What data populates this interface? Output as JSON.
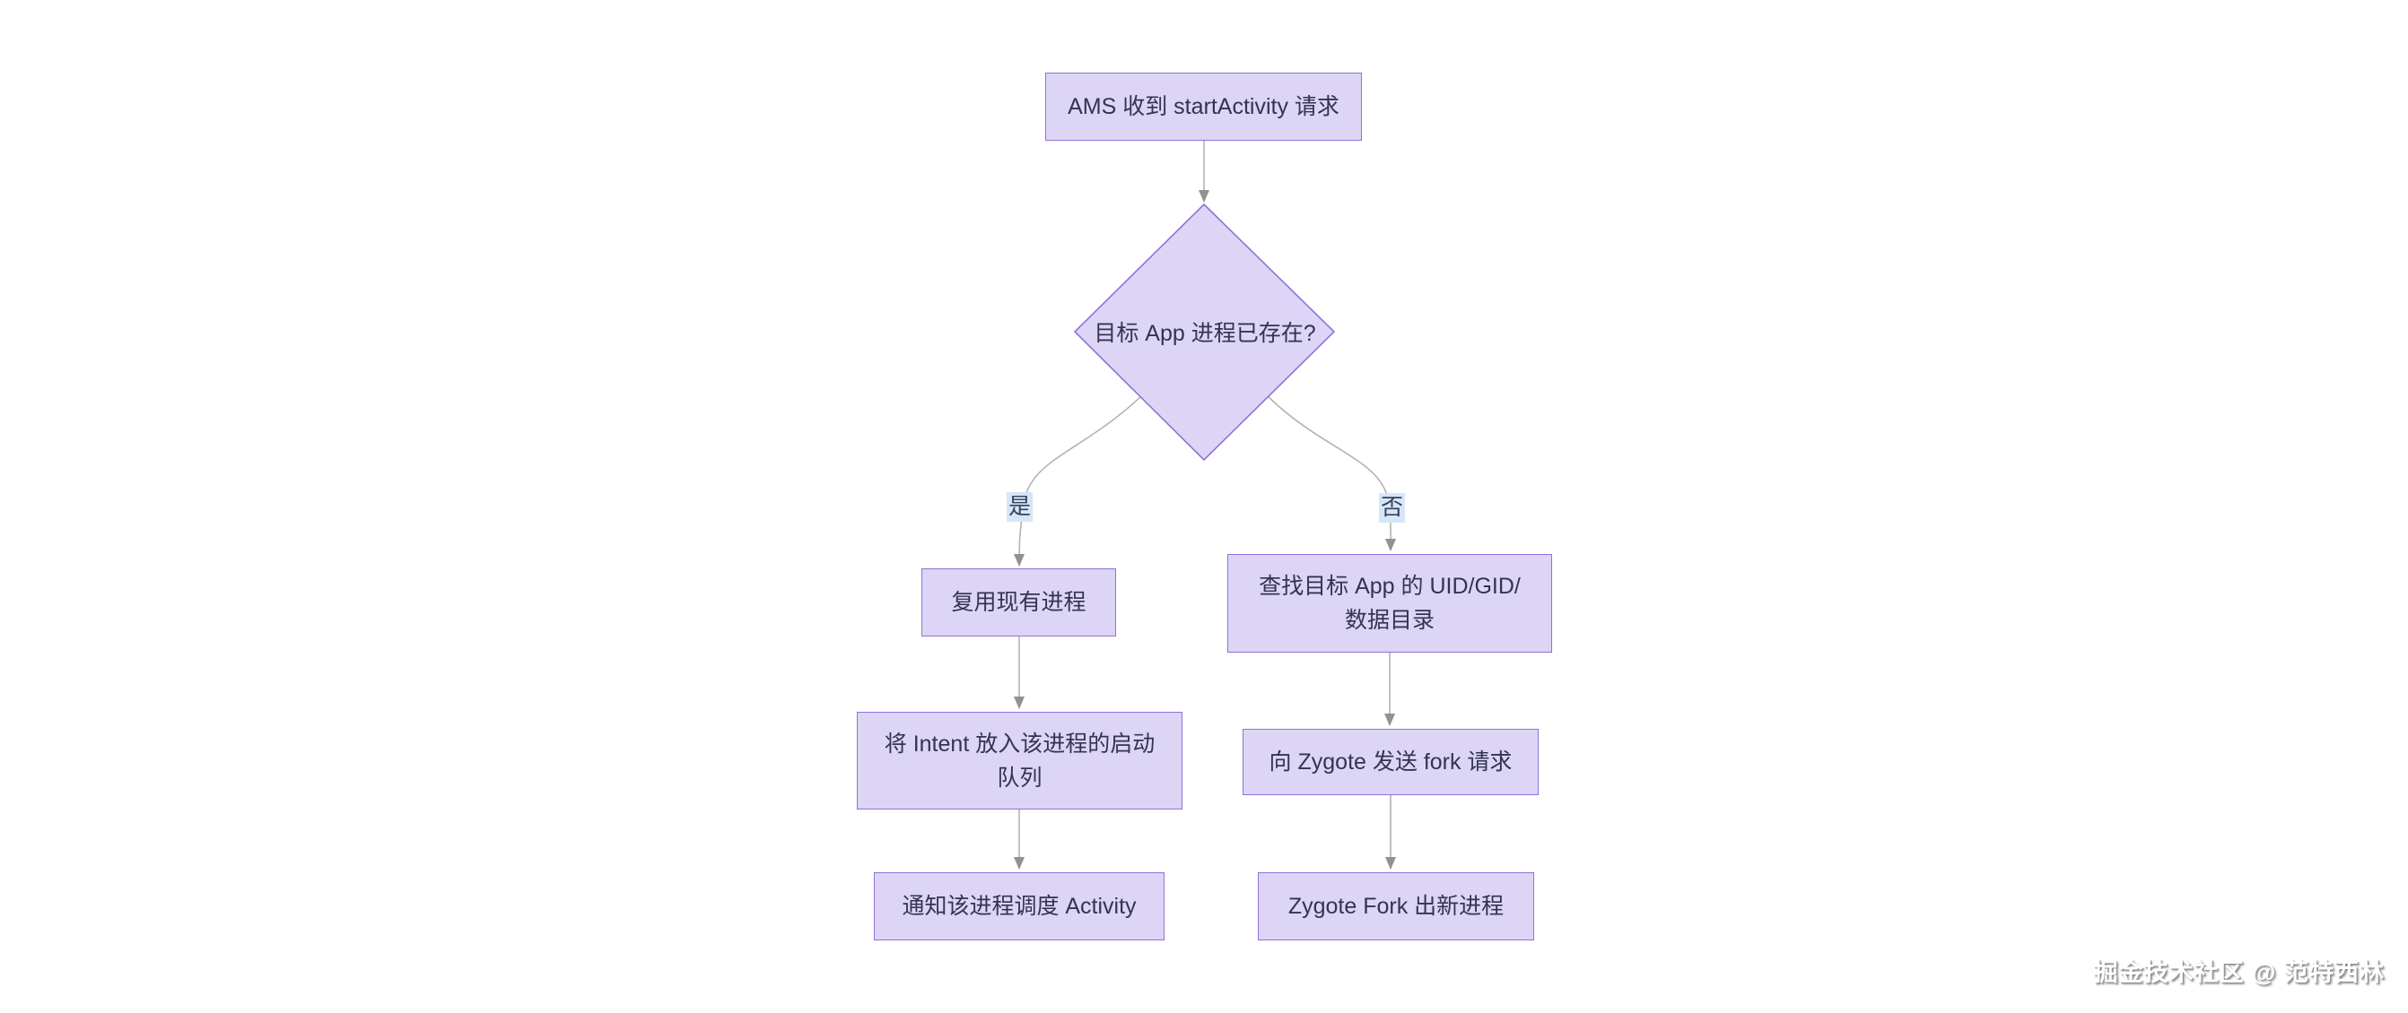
{
  "theme": {
    "background": "#ffffff",
    "node_fill": "#dcd5f6",
    "node_border": "#9370db",
    "node_text": "#333352",
    "edge_color": "#b3b3b3",
    "arrow_color": "#919191",
    "edge_label_bg": "#d7e6f7",
    "edge_label_text": "#33415c"
  },
  "diagram": {
    "type": "flowchart-top-down",
    "nodes": [
      {
        "id": "start",
        "shape": "rect",
        "label": "AMS 收到 startActivity 请求"
      },
      {
        "id": "decision",
        "shape": "diamond",
        "label": "目标 App 进程已存在?"
      },
      {
        "id": "reuse",
        "shape": "rect",
        "label": "复用现有进程"
      },
      {
        "id": "queue",
        "shape": "rect",
        "label": "将 Intent 放入该进程的启动队列",
        "lines": [
          "将 Intent 放入该进程的启动",
          "队列"
        ]
      },
      {
        "id": "notify",
        "shape": "rect",
        "label": "通知该进程调度 Activity"
      },
      {
        "id": "lookup",
        "shape": "rect",
        "label": "查找目标 App 的 UID/GID/数据目录",
        "lines": [
          "查找目标 App 的 UID/GID/",
          "数据目录"
        ]
      },
      {
        "id": "fork-request",
        "shape": "rect",
        "label": "向 Zygote 发送 fork 请求"
      },
      {
        "id": "fork-new",
        "shape": "rect",
        "label": "Zygote Fork 出新进程"
      }
    ],
    "edges": [
      {
        "from": "start",
        "to": "decision",
        "label": ""
      },
      {
        "from": "decision",
        "to": "reuse",
        "label": "是"
      },
      {
        "from": "decision",
        "to": "lookup",
        "label": "否"
      },
      {
        "from": "reuse",
        "to": "queue",
        "label": ""
      },
      {
        "from": "queue",
        "to": "notify",
        "label": ""
      },
      {
        "from": "lookup",
        "to": "fork-request",
        "label": ""
      },
      {
        "from": "fork-request",
        "to": "fork-new",
        "label": ""
      }
    ]
  },
  "watermark": "掘金技术社区 @ 范特西林"
}
